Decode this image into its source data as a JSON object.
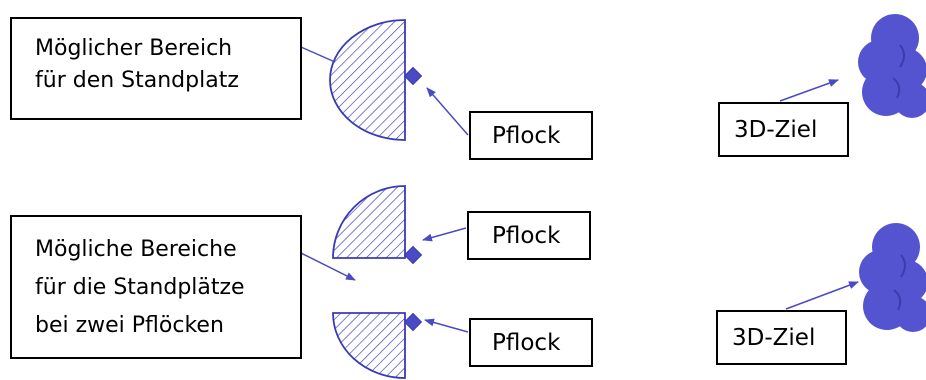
{
  "boxes": {
    "single_area": {
      "lines": [
        "Möglicher Bereich",
        "für den Standplatz"
      ]
    },
    "multi_area": {
      "lines": [
        "Mögliche Bereiche",
        "für die Standplätze",
        "bei zwei Pflöcken"
      ]
    },
    "peg_top": "Pflock",
    "peg_middle": "Pflock",
    "peg_bottom": "Pflock",
    "target_top": "3D-Ziel",
    "target_bottom": "3D-Ziel"
  },
  "colors": {
    "accent": "#4a4ac4",
    "target_fill": "#5454d0",
    "target_shade": "#3c3cae",
    "hatch": "#3a3ab8",
    "border": "#000000"
  },
  "icons": {
    "peg": "diamond-icon",
    "target": "cloud-icon",
    "area": "hatched-half-circle"
  }
}
